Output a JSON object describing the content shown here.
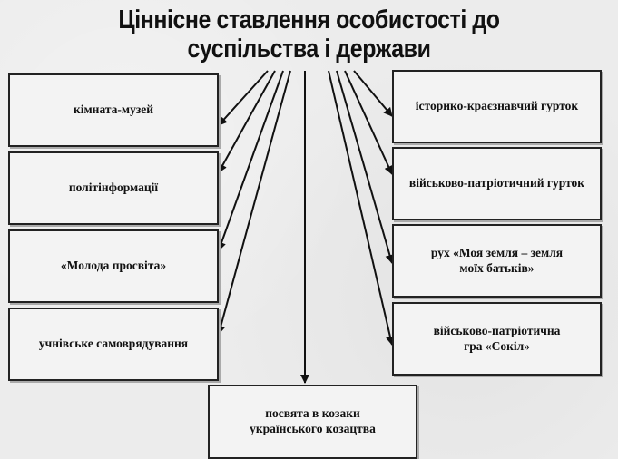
{
  "title": {
    "line1": "Ціннісне ставлення особистості  до",
    "line2": "суспільства і держави"
  },
  "left_boxes": [
    "кімната-музей",
    "політінформації",
    "«Молода просвіта»",
    "учнівське самоврядування"
  ],
  "right_boxes": [
    "історико-краєзнавчий гурток",
    "військово-патріотичний гурток",
    "рух «Моя земля – земля\nмоїх батьків»",
    "військово-патріотична\nгра «Сокіл»"
  ],
  "bottom_box": "посвята в козаки\nукраїнського козацтва"
}
